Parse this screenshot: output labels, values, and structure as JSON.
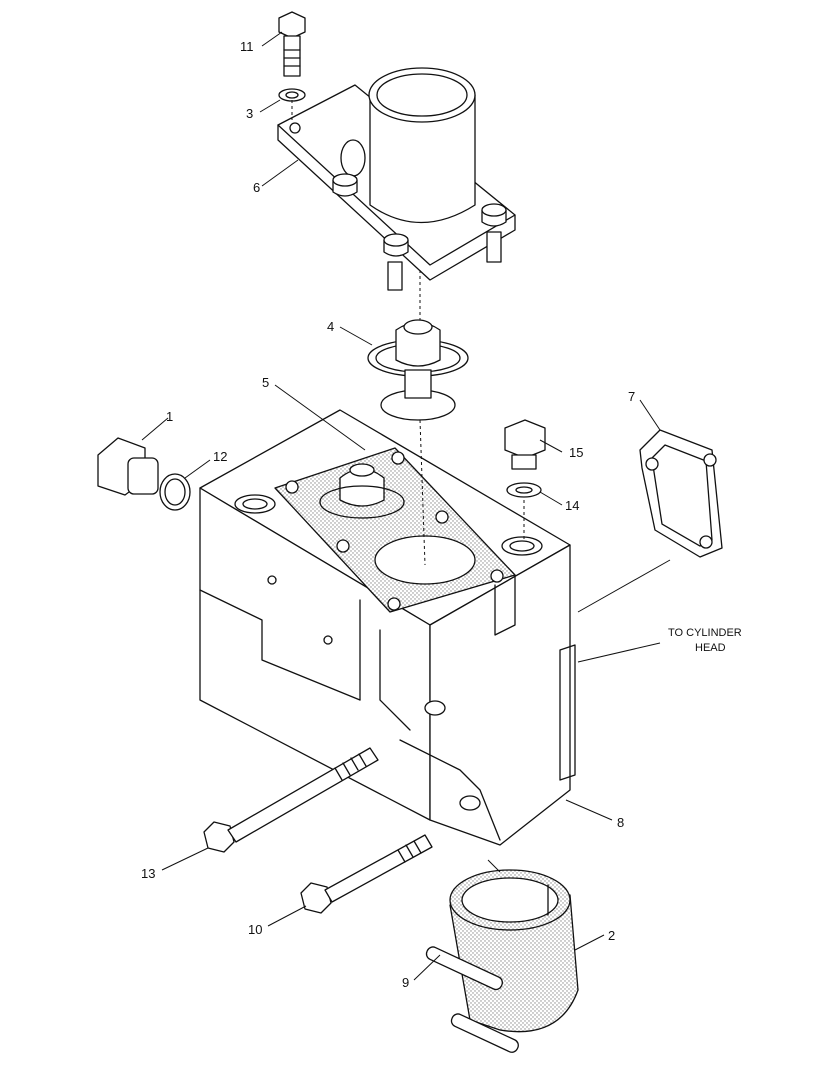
{
  "callouts": {
    "c1": "1",
    "c2": "2",
    "c3": "3",
    "c4": "4",
    "c5": "5",
    "c6": "6",
    "c7": "7",
    "c8": "8",
    "c9": "9",
    "c10": "10",
    "c11": "11",
    "c12": "12",
    "c13": "13",
    "c14": "14",
    "c15": "15"
  },
  "note": {
    "line1": "TO CYLINDER",
    "line2": "HEAD"
  },
  "colors": {
    "ink": "#111111",
    "paper": "#ffffff",
    "stipple": "#9a9a9a"
  }
}
